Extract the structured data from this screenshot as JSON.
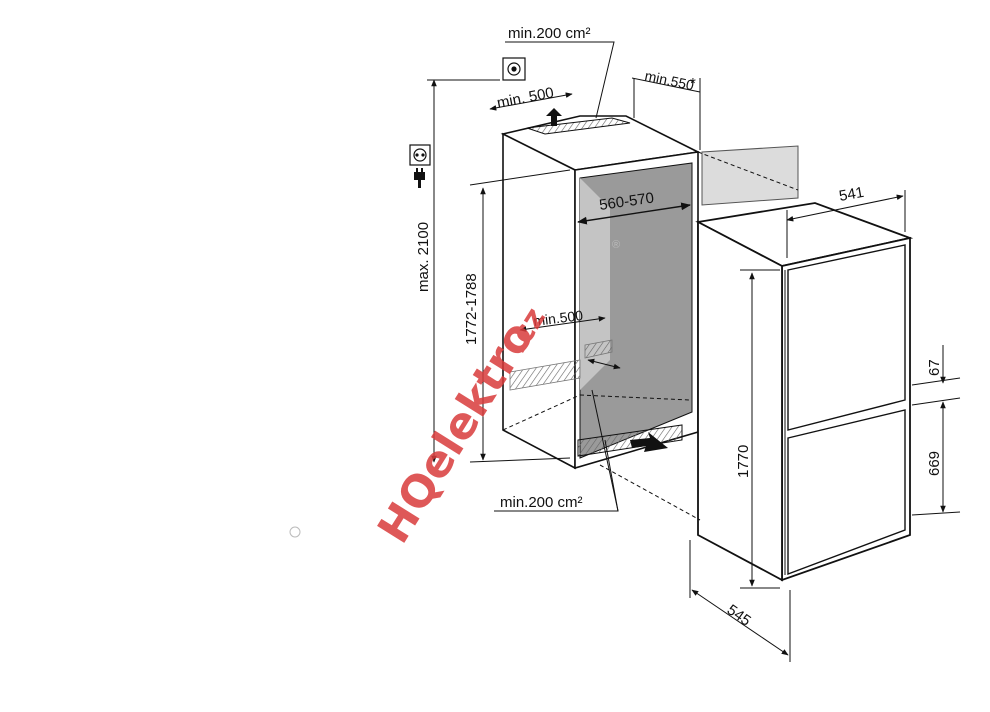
{
  "labels": {
    "vent_top_area": "min.200 cm²",
    "vent_top_width": "min. 500",
    "depth_front": "min.550",
    "depth_front_star": "*",
    "max_height": "max. 2100",
    "niche_height": "1772-1788",
    "niche_width": "560-570",
    "vent_bottom_width": "min.500",
    "vent_bottom_area": "min.200 cm²",
    "appliance_width": "541",
    "appliance_height": "1770",
    "appliance_depth": "545",
    "door_gap": "67",
    "lower_door": "669"
  },
  "watermark": {
    "text": "HQelektro",
    "suffix": ".cz",
    "mark": "®"
  },
  "colors": {
    "line": "#111111",
    "niche_inner": "#9a9a9a",
    "side_panel": "#dcdcdc",
    "watermark_red": "#d93b3b"
  }
}
